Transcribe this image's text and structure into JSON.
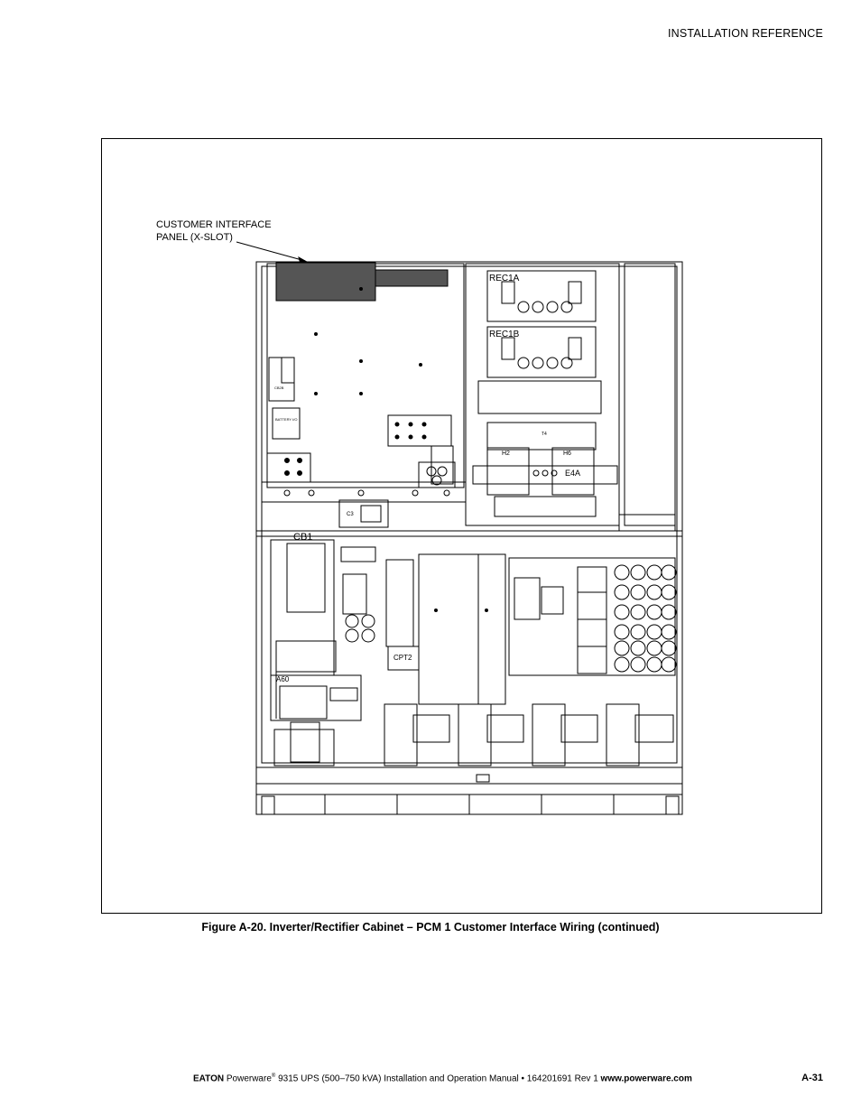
{
  "header": {
    "section": "INSTALLATION REFERENCE"
  },
  "figure": {
    "callout_line1": "CUSTOMER INTERFACE",
    "callout_line2": "PANEL (X-SLOT)",
    "labels": {
      "rec1a": "REC1A",
      "rec1b": "REC1B",
      "t4": "T4",
      "h2": "H2",
      "h6": "H6",
      "e4a": "E4A",
      "cb1": "CB1",
      "c3": "C3",
      "cb2b": "CB2B",
      "battery_io": "BATTERY I/O",
      "cpt2": "CPT2",
      "a60": "A60"
    },
    "caption": "Figure A-20. Inverter/Rectifier Cabinet – PCM 1 Customer Interface Wiring (continued)"
  },
  "footer": {
    "brand": "EATON",
    "product": "Powerware",
    "reg": "®",
    "rest": " 9315 UPS (500–750 kVA) Installation and Operation Manual  •  164201691 Rev 1 ",
    "url": "www.powerware.com",
    "page": "A-31"
  }
}
